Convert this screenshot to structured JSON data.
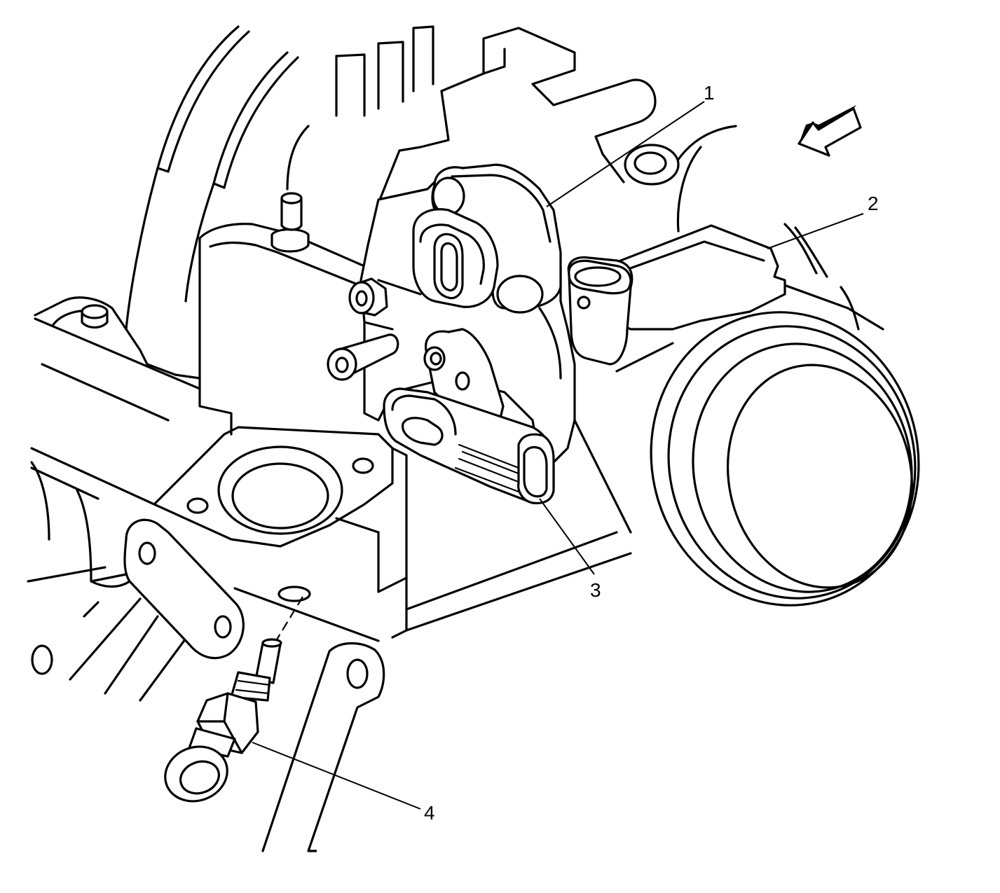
{
  "callouts": [
    {
      "id": "1",
      "label": "1"
    },
    {
      "id": "2",
      "label": "2"
    },
    {
      "id": "3",
      "label": "3"
    },
    {
      "id": "4",
      "label": "4"
    }
  ],
  "icons": {
    "direction_arrow": "view-direction-arrow-icon"
  },
  "colors": {
    "line": "#000000",
    "background": "#ffffff"
  }
}
